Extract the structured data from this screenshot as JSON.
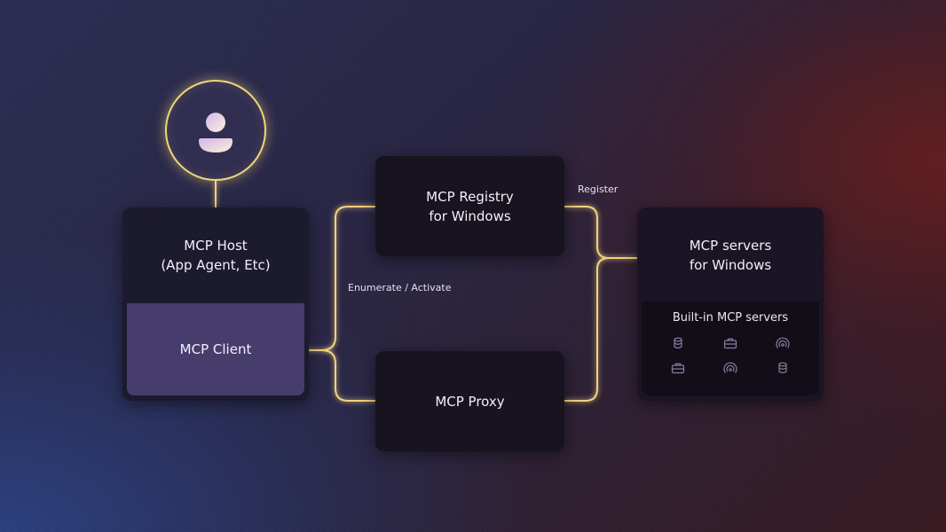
{
  "colors": {
    "wire": "#f2d27e",
    "card_bg": "#17131f",
    "client_bg": "#463d6d",
    "icon": "#8f7ba6"
  },
  "user": {
    "icon": "person-icon"
  },
  "host": {
    "title_line1": "MCP Host",
    "title_line2": "(App Agent, Etc)",
    "client_label": "MCP Client"
  },
  "registry": {
    "line1": "MCP Registry",
    "line2": "for Windows"
  },
  "proxy": {
    "label": "MCP Proxy"
  },
  "servers": {
    "line1": "MCP servers",
    "line2": "for Windows",
    "builtin_title": "Built-in MCP servers",
    "icons": [
      "database-icon",
      "briefcase-icon",
      "broadcast-icon",
      "briefcase-icon",
      "broadcast-icon",
      "database-icon"
    ]
  },
  "edges": {
    "enumerate_label": "Enumerate / Activate",
    "register_label": "Register"
  }
}
